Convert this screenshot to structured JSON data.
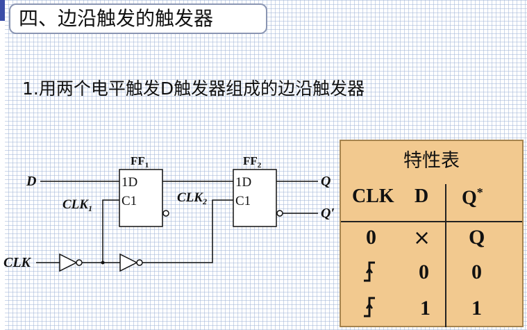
{
  "slide": {
    "title": "四、边沿触发的触发器",
    "subtitle": "1.用两个电平触发D触发器组成的边沿触发器"
  },
  "circuit": {
    "ff1_label": "FF",
    "ff1_sub": "1",
    "ff2_label": "FF",
    "ff2_sub": "2",
    "ff1_in_d": "1D",
    "ff1_in_c": "C1",
    "ff2_in_d": "1D",
    "ff2_in_c": "C1",
    "input_d": "D",
    "input_clk": "CLK",
    "clk1": "CLK",
    "clk1_sub": "1",
    "clk2": "CLK",
    "clk2_sub": "2",
    "out_q": "Q",
    "out_qn": "Q′"
  },
  "table": {
    "title": "特性表",
    "headers": {
      "clk": "CLK",
      "d": "D",
      "q": "Q",
      "q_sup": "*"
    },
    "rows": [
      {
        "clk": "0",
        "d": "×",
        "q": "Q"
      },
      {
        "clk": "rising-edge-icon",
        "d": "0",
        "q": "0"
      },
      {
        "clk": "rising-edge-icon",
        "d": "1",
        "q": "1"
      }
    ]
  }
}
